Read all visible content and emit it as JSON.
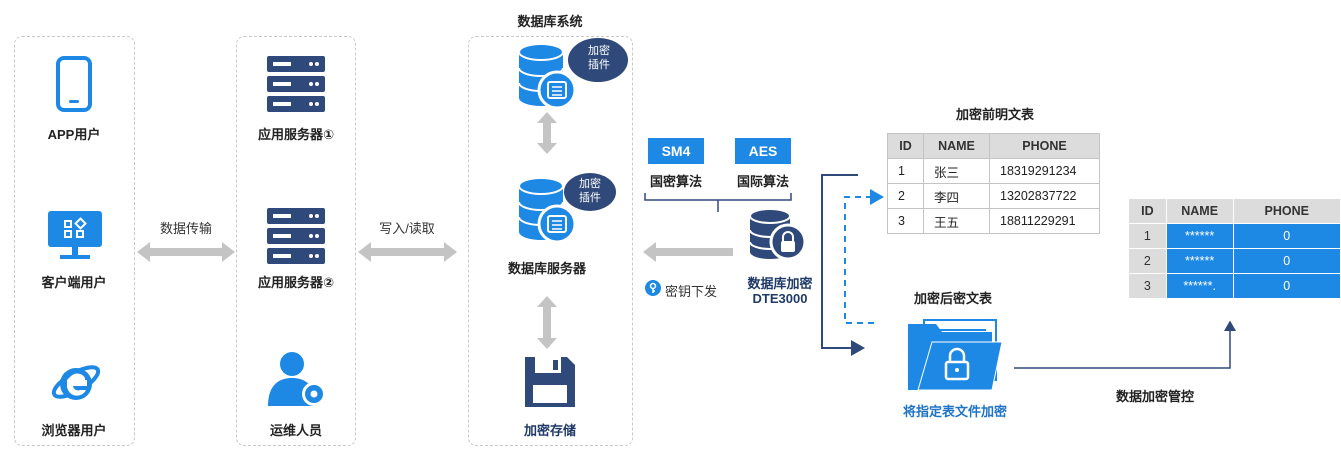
{
  "clients": {
    "app_user": "APP用户",
    "client_user": "客户端用户",
    "browser_user": "浏览器用户"
  },
  "servers": {
    "app_server_1": "应用服务器①",
    "app_server_2": "应用服务器②",
    "ops_staff": "运维人员"
  },
  "flows": {
    "data_transfer": "数据传输",
    "write_read": "写入/读取",
    "key_distribution": "密钥下发",
    "encryption_control": "数据加密管控"
  },
  "db_system": {
    "title": "数据库系统",
    "plugin_label": "加密\n插件",
    "db_server": "数据库服务器",
    "encrypted_storage": "加密存储"
  },
  "algorithms": [
    {
      "tag": "SM4",
      "label": "国密算法"
    },
    {
      "tag": "AES",
      "label": "国际算法"
    }
  ],
  "device": {
    "name_line1": "数据库加密",
    "name_line2": "DTE3000"
  },
  "plain_table": {
    "title": "加密前明文表",
    "headers": [
      "ID",
      "NAME",
      "PHONE"
    ],
    "rows": [
      [
        "1",
        "张三",
        "18319291234"
      ],
      [
        "2",
        "李四",
        "13202837722"
      ],
      [
        "3",
        "王五",
        "18811229291"
      ]
    ]
  },
  "cipher_section": {
    "title": "加密后密文表",
    "action": "将指定表文件加密"
  },
  "cipher_table": {
    "headers": [
      "ID",
      "NAME",
      "PHONE"
    ],
    "rows": [
      [
        "1",
        "******",
        "0"
      ],
      [
        "2",
        "******",
        "0"
      ],
      [
        "3",
        "******.",
        "0"
      ]
    ]
  },
  "colors": {
    "navy": "#2f4a7a",
    "blue": "#1e88e5",
    "gray_arrow": "#c4c4c4"
  }
}
